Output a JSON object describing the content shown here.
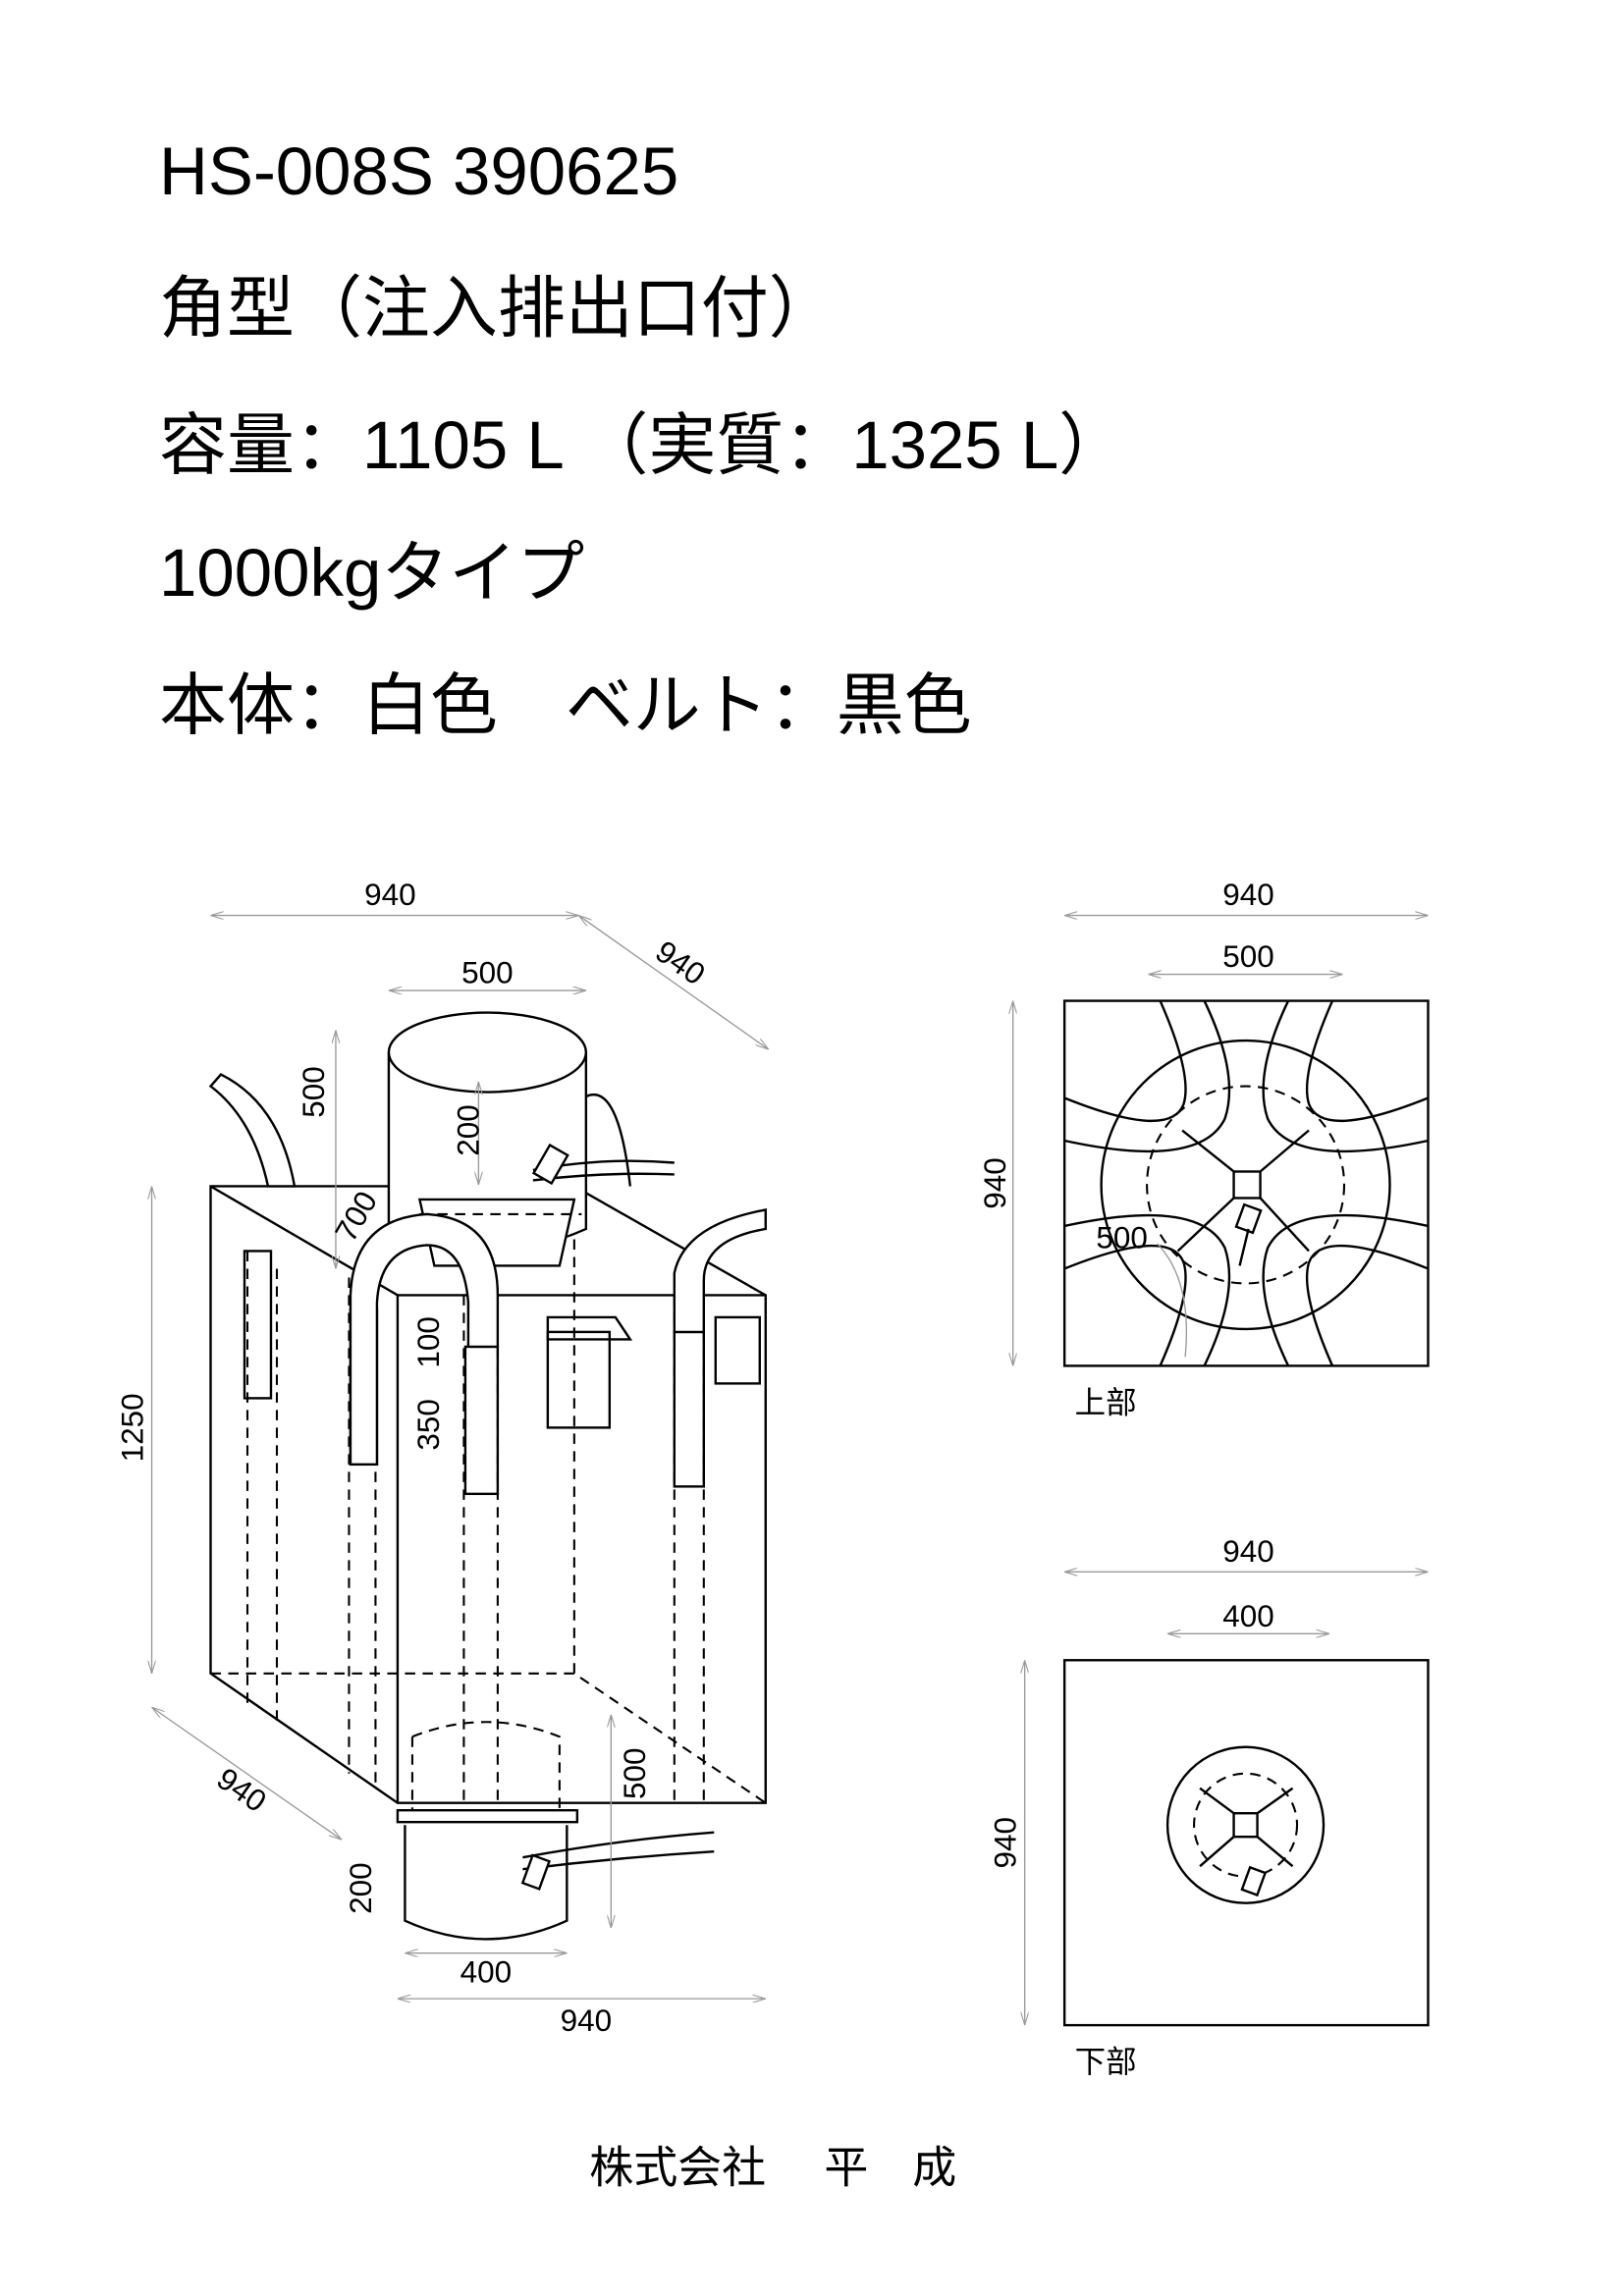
{
  "header": {
    "lines": [
      "HS-008S  390625",
      "角型（注入排出口付）",
      "容量：1105 L （実質：1325 L）",
      "1000kgタイプ",
      "本体：白色　ベルト：黒色"
    ]
  },
  "side_view": {
    "dims": {
      "width": "940",
      "depth_top": "940",
      "top_spout_dia": "500",
      "top_spout_height": "500",
      "top_spout_tie": "200",
      "loop": "700",
      "height": "1250",
      "loop_base": "100",
      "loop_sewn": "350",
      "bottom_spout_height": "500",
      "depth_bottom": "940",
      "bottom_spout_tie": "200",
      "bottom_spout_dia": "400",
      "width_bottom": "940"
    }
  },
  "top_view": {
    "label": "上部",
    "width": "940",
    "spout": "500",
    "height": "940",
    "loop": "500"
  },
  "bottom_view": {
    "label": "下部",
    "width": "940",
    "spout": "400",
    "height": "940"
  },
  "footer": {
    "company": "株式会社　 平　成"
  }
}
